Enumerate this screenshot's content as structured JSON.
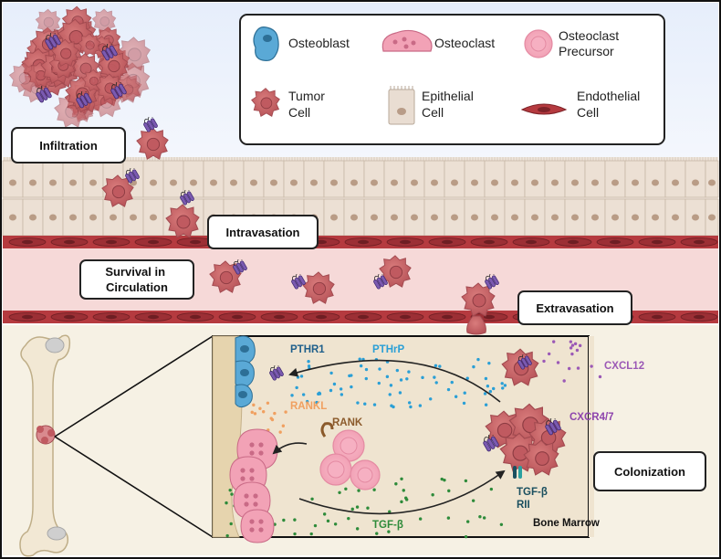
{
  "legend": {
    "osteoblast": "Osteoblast",
    "osteoclast": "Osteoclast",
    "precursor_line1": "Osteoclast",
    "precursor_line2": "Precursor",
    "tumor_line1": "Tumor",
    "tumor_line2": "Cell",
    "epithelial_line1": "Epithelial",
    "epithelial_line2": "Cell",
    "endothelial_line1": "Endothelial",
    "endothelial_line2": "Cell"
  },
  "stages": {
    "infiltration": "Infiltration",
    "intravasation": "Intravasation",
    "survival_line1": "Survival in",
    "survival_line2": "Circulation",
    "extravasation": "Extravasation",
    "colonization": "Colonization"
  },
  "molecules": {
    "pthr1": "PTHR1",
    "pthrp": "PTHrP",
    "rankl": "RANKL",
    "rank": "RANK",
    "cxcl12": "CXCL12",
    "cxcr": "CXCR4/7",
    "tgfb_receptor_line1": "TGF-β",
    "tgfb_receptor_line2": "RII",
    "tgfb": "TGF-β",
    "bone_marrow": "Bone Marrow"
  },
  "colors": {
    "pthr1": "#1f5f8b",
    "pthrp": "#2a9fd6",
    "rankl": "#f0a060",
    "rank": "#8b5a2b",
    "cxcl12": "#9b59b6",
    "cxcr": "#8e44ad",
    "tgfb_receptor": "#1a4f5f",
    "tgfb": "#2e8b3a",
    "bone_marrow": "#111111"
  }
}
